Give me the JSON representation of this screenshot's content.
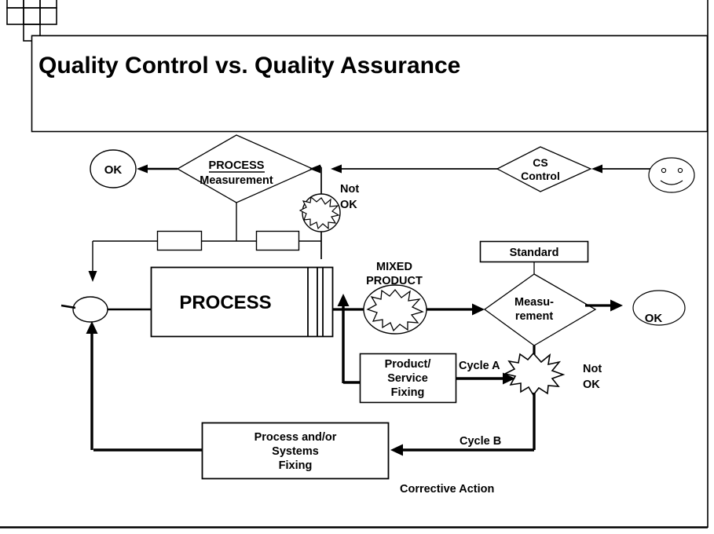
{
  "slide": {
    "title": "Quality Control vs. Quality Assurance",
    "logo_name": "decorative-square-cluster-logo"
  },
  "diagram": {
    "type": "flowchart",
    "nodes": [
      {
        "id": "ok-top",
        "shape": "ellipse",
        "label": "OK"
      },
      {
        "id": "process-measurement",
        "shape": "diamond",
        "label_line1": "PROCESS",
        "label_line2": "Measurement"
      },
      {
        "id": "not-ok-top",
        "shape": "text",
        "label_line1": "Not",
        "label_line2": "OK"
      },
      {
        "id": "burst-top",
        "shape": "circle-starburst",
        "label": ""
      },
      {
        "id": "cs-control",
        "shape": "diamond",
        "label_line1": "CS",
        "label_line2": "Control"
      },
      {
        "id": "customer-smiley",
        "shape": "smiley-face",
        "label": ""
      },
      {
        "id": "input-node",
        "shape": "small-ellipse",
        "label": ""
      },
      {
        "id": "process",
        "shape": "rect",
        "label": "PROCESS"
      },
      {
        "id": "gauge-left",
        "shape": "small-rect",
        "label": ""
      },
      {
        "id": "gauge-right",
        "shape": "small-rect",
        "label": ""
      },
      {
        "id": "mixed-product",
        "shape": "ellipse-starburst",
        "label_line1": "MIXED",
        "label_line2": "PRODUCT"
      },
      {
        "id": "standard",
        "shape": "rect",
        "label": "Standard"
      },
      {
        "id": "measurement",
        "shape": "diamond",
        "label_line1": "Measu-",
        "label_line2": "rement"
      },
      {
        "id": "ok-right",
        "shape": "ellipse",
        "label": "OK"
      },
      {
        "id": "not-ok-bottom",
        "shape": "text",
        "label_line1": "Not",
        "label_line2": "OK"
      },
      {
        "id": "burst-bottom",
        "shape": "starburst",
        "label": ""
      },
      {
        "id": "product-service-fixing",
        "shape": "rect",
        "label_line1": "Product/",
        "label_line2": "Service",
        "label_line3": "Fixing"
      },
      {
        "id": "process-systems-fixing",
        "shape": "rect",
        "label_line1": "Process and/or",
        "label_line2": "Systems",
        "label_line3": "Fixing"
      }
    ],
    "edge_labels": [
      {
        "id": "cycle-a",
        "label": "Cycle A"
      },
      {
        "id": "cycle-b",
        "label": "Cycle B"
      }
    ],
    "annotations": [
      {
        "id": "corrective-action",
        "label": "Corrective Action"
      }
    ]
  },
  "colors": {
    "stroke": "#000000",
    "fill": "#ffffff",
    "text": "#000000"
  }
}
